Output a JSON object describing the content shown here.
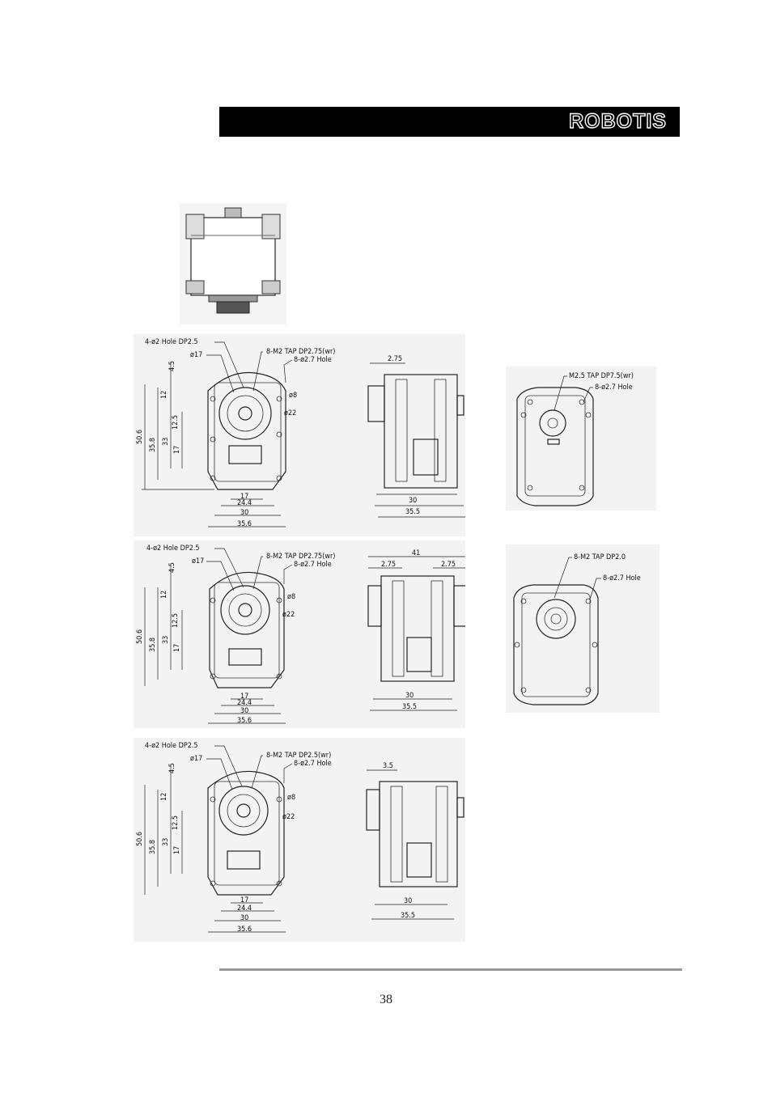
{
  "header": {
    "brand": "ROBOTIS"
  },
  "drawings": {
    "front_top": {
      "hole": "4-ø2 Hole DP2.5",
      "d17": "ø17",
      "tap": "8-M2 TAP DP2.75(wr)",
      "hole8": "8-ø2.7 Hole",
      "d8": "ø8",
      "d22": "ø22",
      "dims_v": [
        "4.5",
        "12",
        "12.5",
        "50.6",
        "35.8",
        "33",
        "17"
      ],
      "dims_h": [
        "17",
        "24.4",
        "30",
        "35.6"
      ]
    },
    "side_top": {
      "dims": [
        "2.75",
        "30",
        "35.5"
      ]
    },
    "back_top": {
      "tap": "M2.5 TAP DP7.5(wr)",
      "hole": "8-ø2.7 Hole"
    },
    "front_mid": {
      "hole": "4-ø2 Hole DP2.5",
      "d17": "ø17",
      "tap": "8-M2 TAP DP2.75(wr)",
      "hole8": "8-ø2.7 Hole",
      "d8": "ø8",
      "d22": "ø22",
      "dims_v": [
        "4.5",
        "12",
        "12.5",
        "50.6",
        "35.8",
        "33",
        "17"
      ],
      "dims_h": [
        "17",
        "24.4",
        "30",
        "35.6"
      ]
    },
    "side_mid": {
      "dims": [
        "41",
        "2.75",
        "2.75",
        "30",
        "35.5"
      ]
    },
    "back_mid": {
      "tap": "8-M2 TAP DP2.0",
      "hole": "8-ø2.7 Hole"
    },
    "front_bot": {
      "hole": "4-ø2 Hole DP2.5",
      "d17": "ø17",
      "tap": "8-M2 TAP DP2.5(wr)",
      "hole8": "8-ø2.7 Hole",
      "d8": "ø8",
      "d22": "ø22",
      "dims_v": [
        "4.5",
        "12",
        "12.5",
        "50.6",
        "35.8",
        "33",
        "17"
      ],
      "dims_h": [
        "17",
        "24.4",
        "30",
        "35.6"
      ]
    },
    "side_bot": {
      "dims": [
        "3.5",
        "30",
        "35.5"
      ]
    }
  },
  "footer": {
    "page_number": "38"
  }
}
